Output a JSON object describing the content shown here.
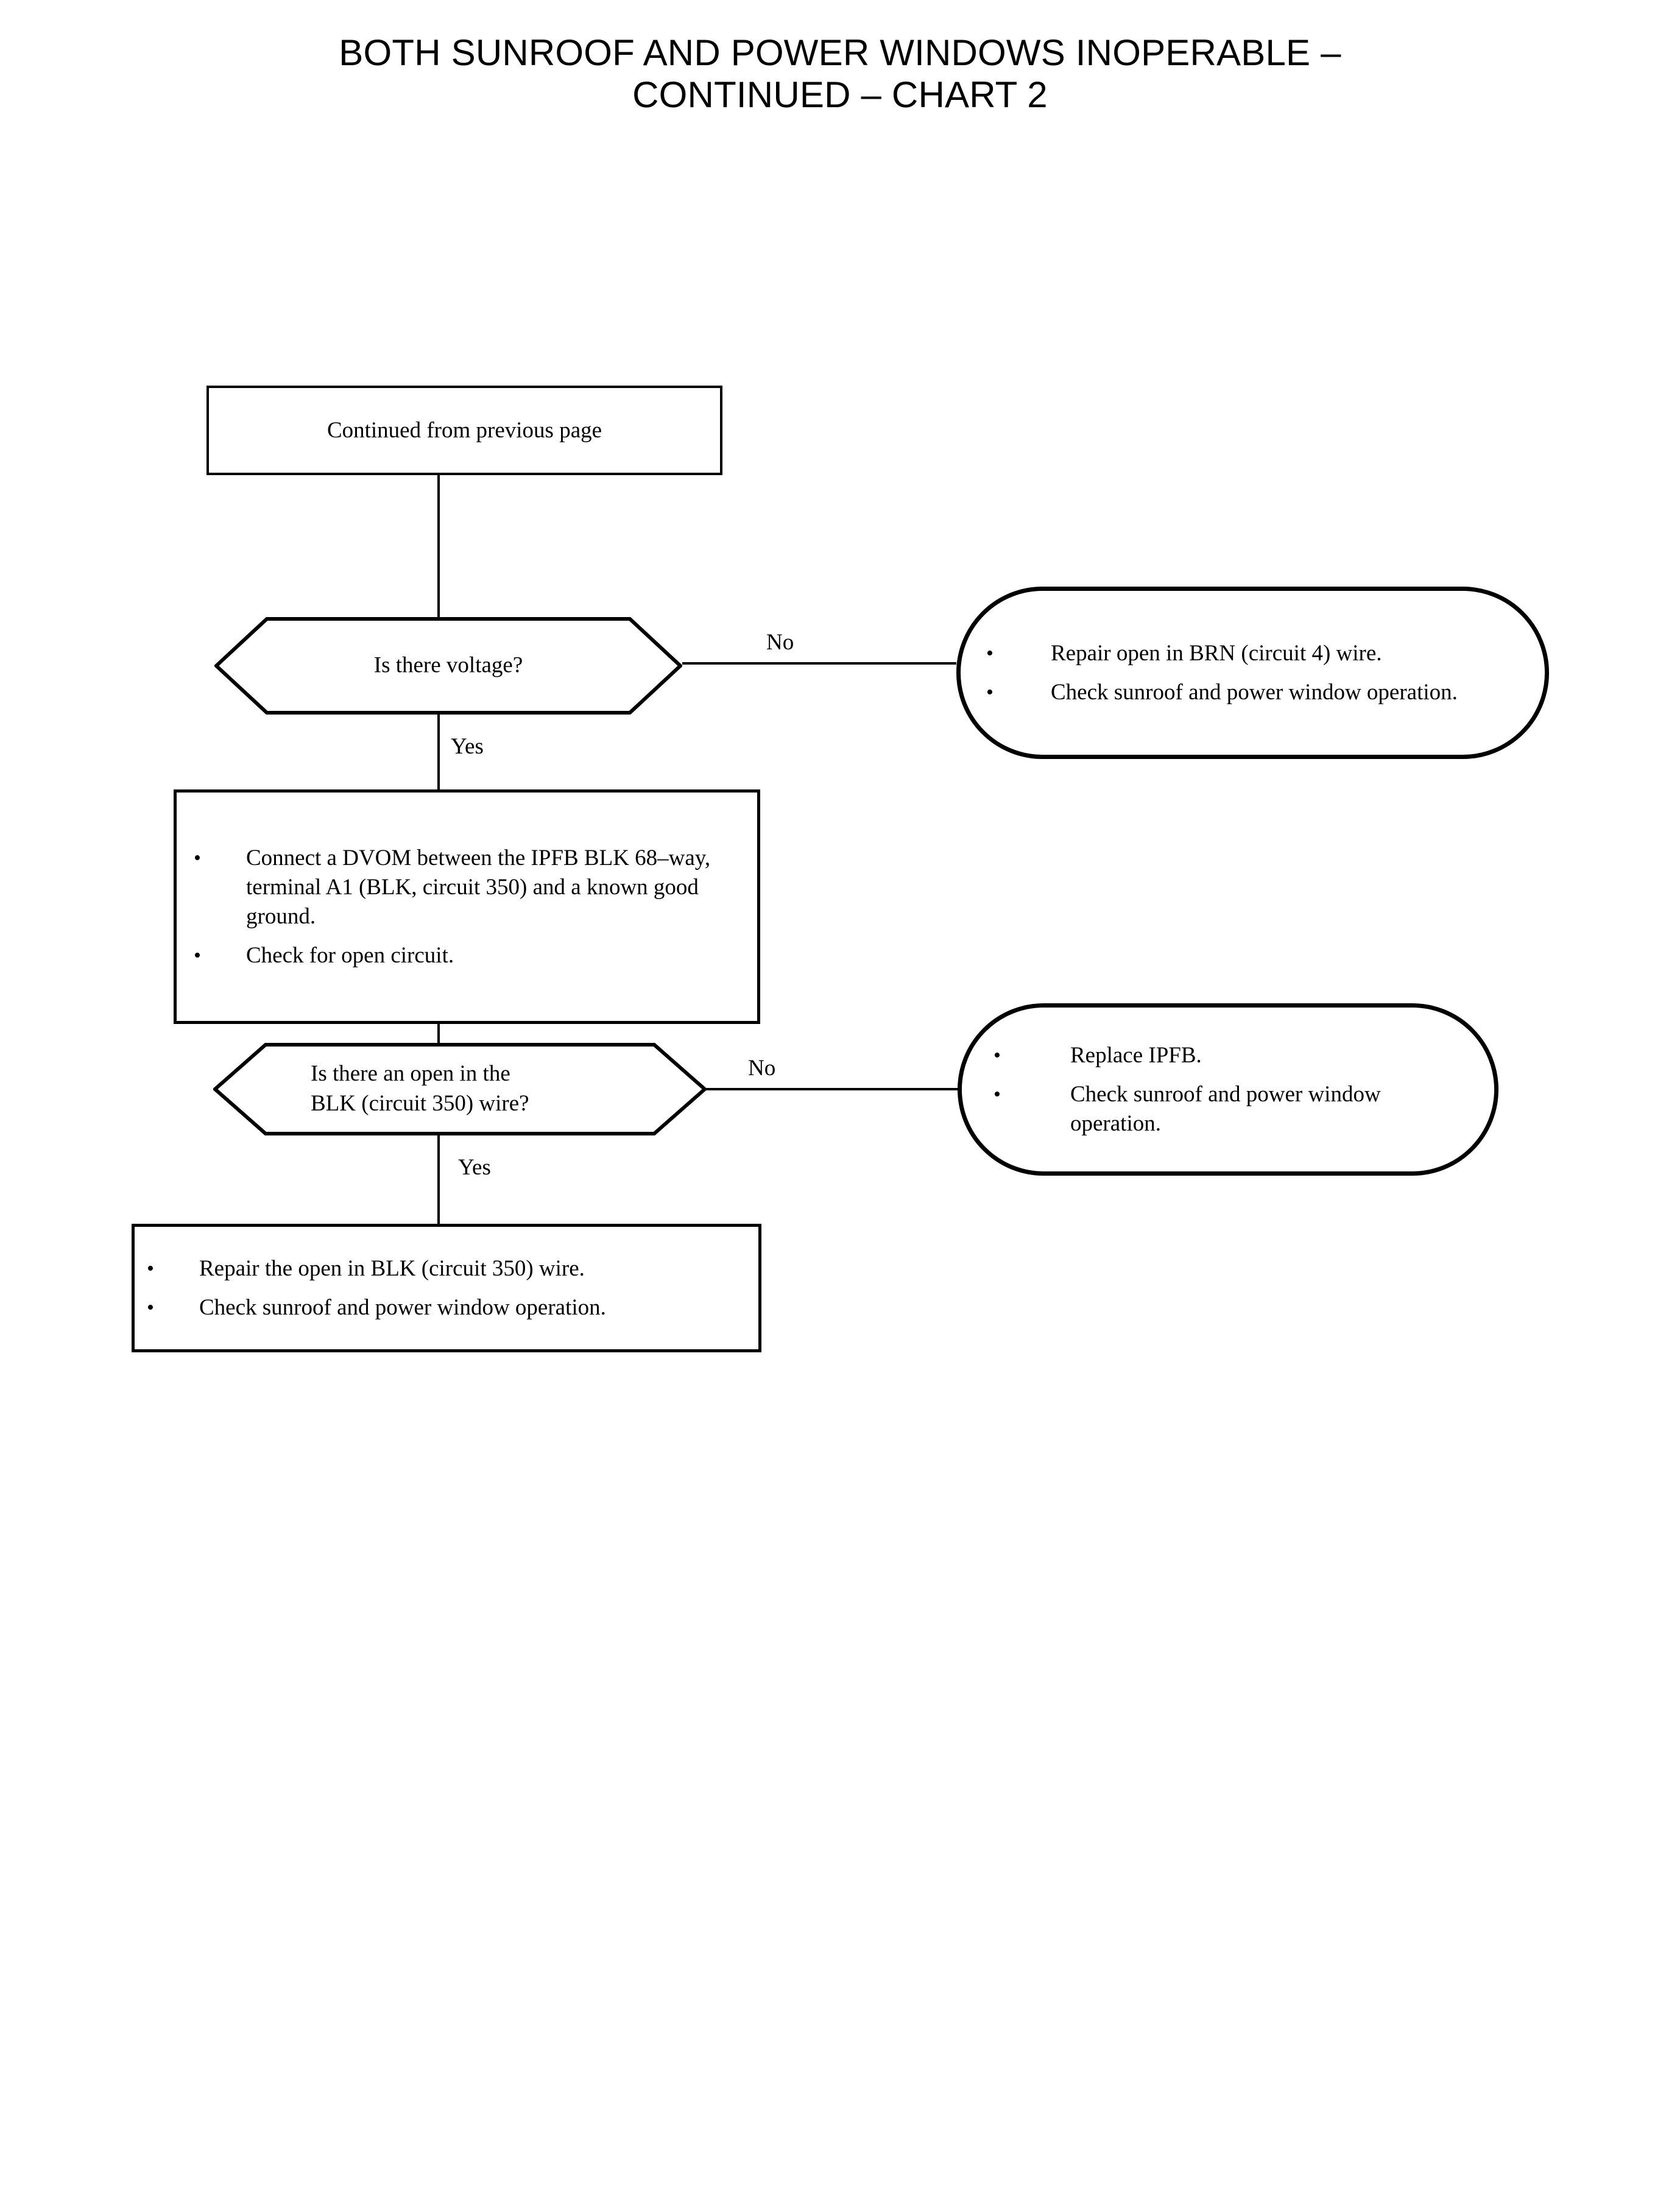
{
  "title": {
    "line1": "BOTH SUNROOF AND POWER WINDOWS INOPERABLE –",
    "line2": "CONTINUED – CHART 2"
  },
  "flowchart": {
    "type": "diagnostic-flowchart",
    "nodes": {
      "start": {
        "shape": "rectangle",
        "text": "Continued from previous page"
      },
      "decision1": {
        "shape": "hexagon",
        "text": "Is there voltage?",
        "yes_label": "Yes",
        "no_label": "No"
      },
      "action_no1": {
        "shape": "stadium",
        "bullets": [
          "Repair open in BRN (circuit 4) wire.",
          "Check sunroof and power window operation."
        ]
      },
      "process1": {
        "shape": "rectangle",
        "bullets": [
          "Connect a DVOM between the IPFB BLK 68–way, terminal A1 (BLK, circuit 350) and a known good ground.",
          "Check for open circuit."
        ]
      },
      "decision2": {
        "shape": "hexagon",
        "text_line1": "Is there an open in the",
        "text_line2": "BLK (circuit 350) wire?",
        "yes_label": "Yes",
        "no_label": "No"
      },
      "action_no2": {
        "shape": "stadium",
        "bullets": [
          "Replace IPFB.",
          "Check sunroof and power window operation."
        ]
      },
      "action_yes2": {
        "shape": "rectangle",
        "bullets": [
          "Repair the open in BLK (circuit 350) wire.",
          "Check sunroof and power window operation."
        ]
      }
    },
    "bullet_glyph": "•",
    "colors": {
      "stroke": "#000000",
      "background": "#ffffff",
      "text": "#000000"
    }
  }
}
